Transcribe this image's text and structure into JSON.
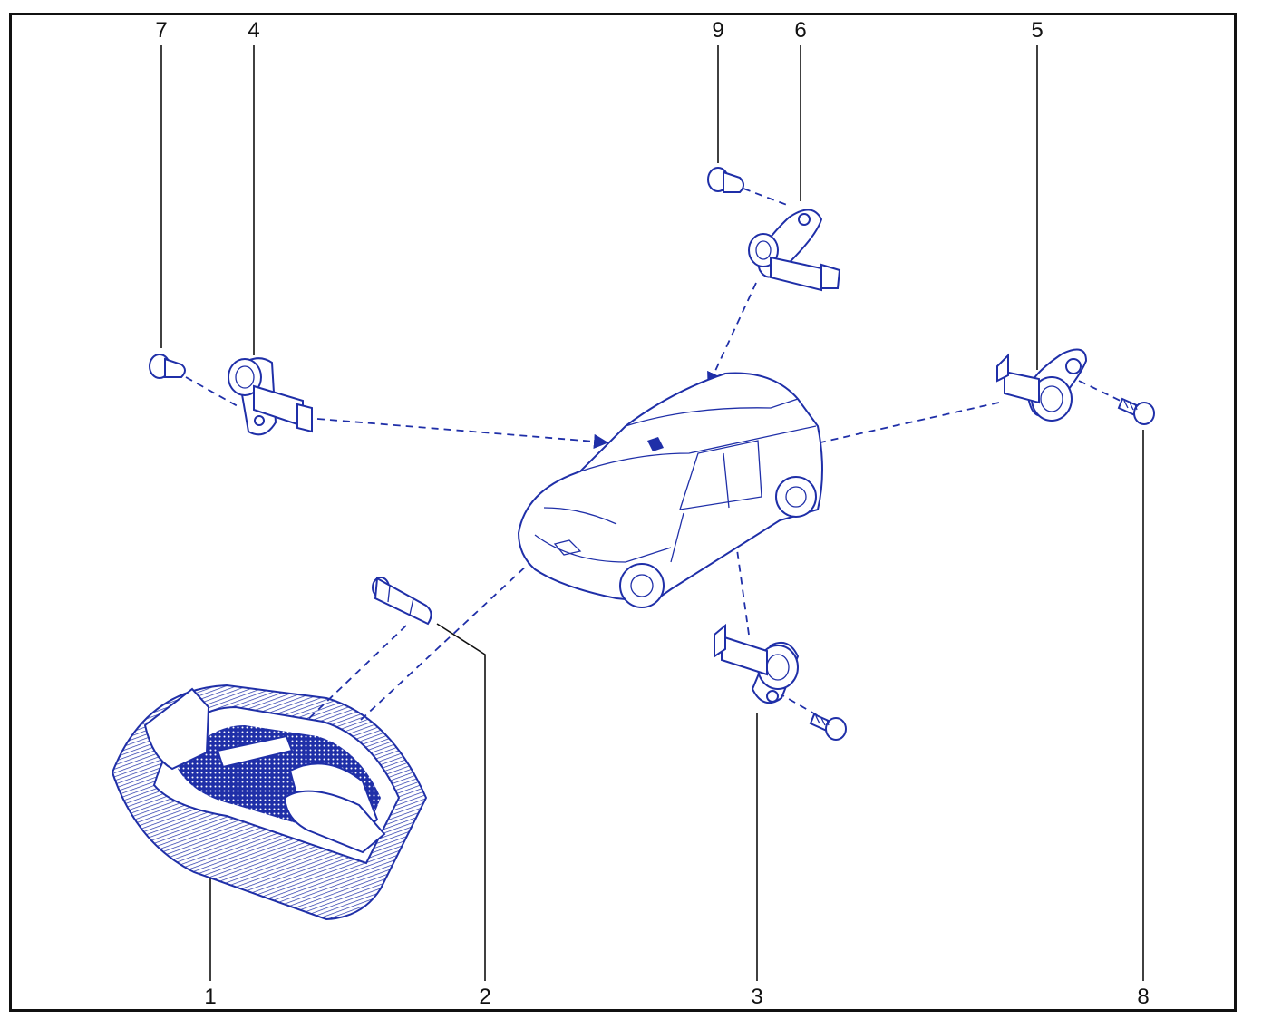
{
  "callouts": {
    "c1": "1",
    "c2": "2",
    "c3": "3",
    "c4": "4",
    "c5": "5",
    "c6": "6",
    "c7": "7",
    "c8": "8",
    "c9": "9"
  },
  "colors": {
    "line_art": "#1f2fa8",
    "frame": "#111111"
  }
}
